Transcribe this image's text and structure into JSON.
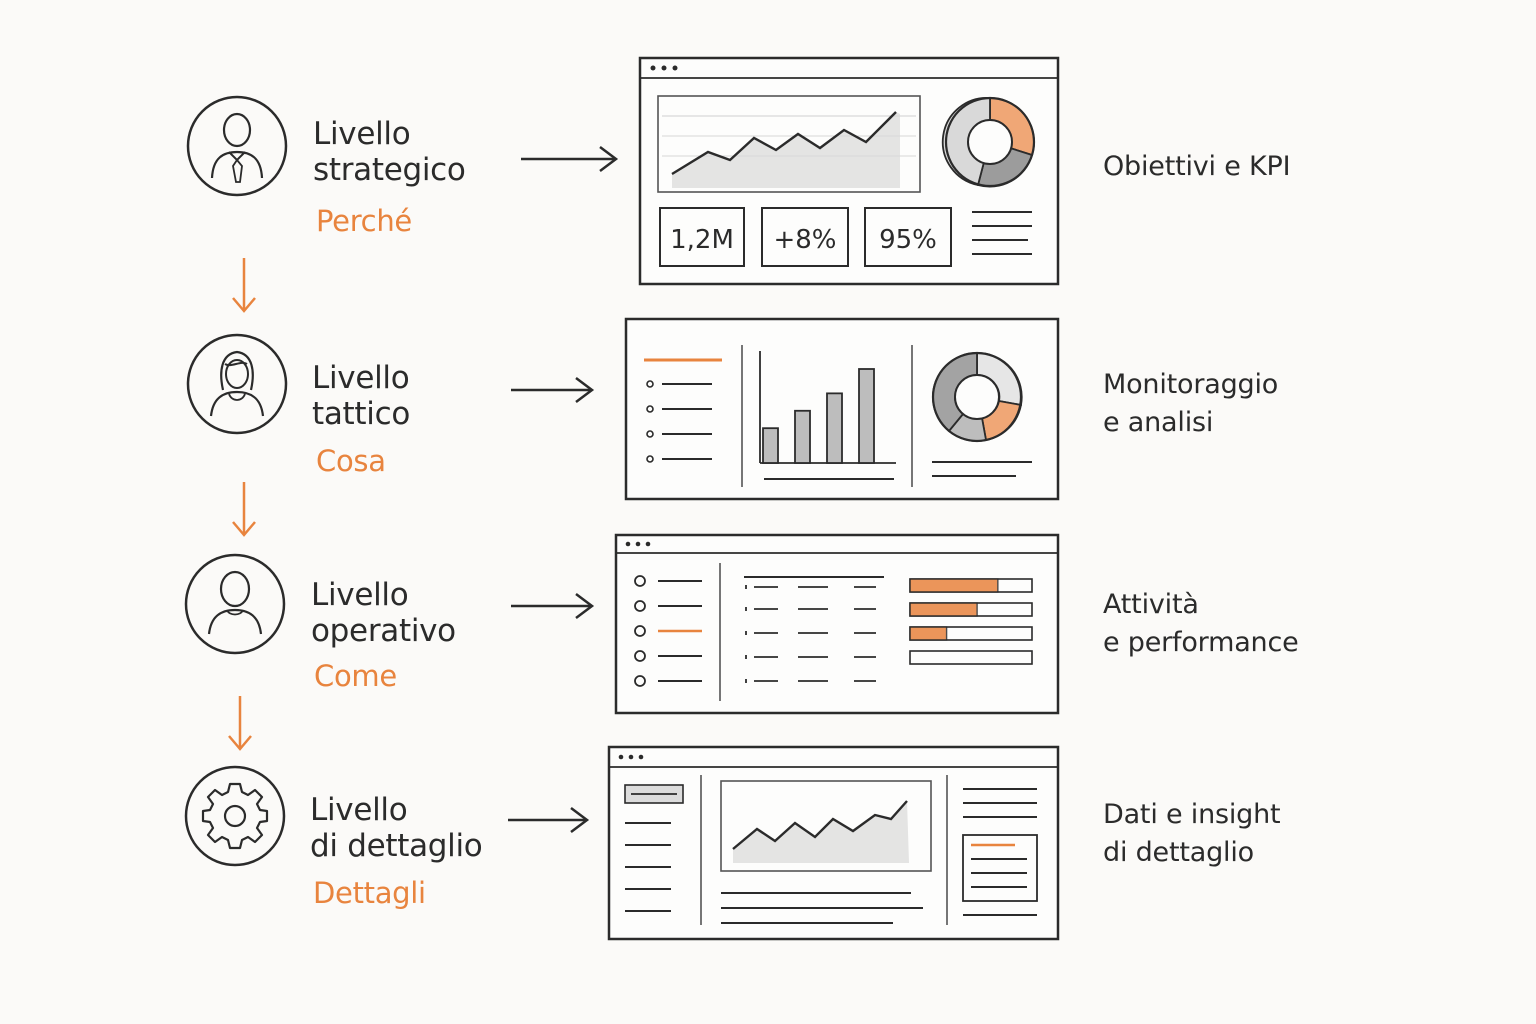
{
  "colors": {
    "ink": "#2b2b2b",
    "accent": "#e8843e",
    "background": "#fbfaf8"
  },
  "levels": [
    {
      "title_line1": "Livello",
      "title_line2": "strategico",
      "tag": "Perché",
      "icon": "executive-icon",
      "description_line1": "Obiettivi e KPI",
      "description_line2": ""
    },
    {
      "title_line1": "Livello",
      "title_line2": "tattico",
      "tag": "Cosa",
      "icon": "manager-icon",
      "description_line1": "Monitoraggio",
      "description_line2": "e analisi"
    },
    {
      "title_line1": "Livello",
      "title_line2": "operativo",
      "tag": "Come",
      "icon": "operator-icon",
      "description_line1": "Attività",
      "description_line2": "e performance"
    },
    {
      "title_line1": "Livello",
      "title_line2": "di dettaglio",
      "tag": "Dettagli",
      "icon": "gear-icon",
      "description_line1": "Dati e insight",
      "description_line2": "di dettaglio"
    }
  ],
  "dashboards": {
    "strategic": {
      "kpis": [
        "1,2M",
        "+8%",
        "95%"
      ]
    },
    "tactical": {
      "bar_values": [
        2,
        3,
        4,
        5.4
      ]
    },
    "operational": {
      "progress": [
        0.72,
        0.55,
        0.3,
        0
      ]
    }
  }
}
